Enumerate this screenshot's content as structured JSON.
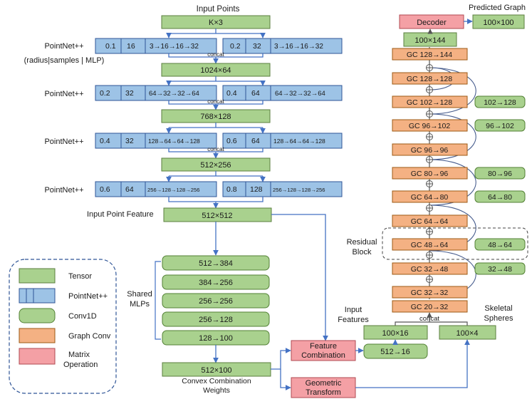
{
  "texts": {
    "input_points": "Input Points",
    "k3": "K×3",
    "pn_label": "PointNet++",
    "pn_sub": "(radius|samples | MLP)",
    "concat": "concat",
    "pn1a": [
      "0.1",
      "16",
      "3→16→16→32"
    ],
    "pn1b": [
      "0.2",
      "32",
      "3→16→16→32"
    ],
    "t1": "1024×64",
    "pn2a": [
      "0.2",
      "32",
      "64→32→32→64"
    ],
    "pn2b": [
      "0.4",
      "64",
      "64→32→32→64"
    ],
    "t2": "768×128",
    "pn3a": [
      "0.4",
      "32",
      "128→64→64→128"
    ],
    "pn3b": [
      "0.6",
      "64",
      "128→64→64→128"
    ],
    "t3": "512×256",
    "pn4a": [
      "0.6",
      "64",
      "256→128→128→256"
    ],
    "pn4b": [
      "0.8",
      "128",
      "256→128→128→256"
    ],
    "input_point_feature": "Input Point Feature",
    "t4": "512×512",
    "shared_mlps": [
      "Shared",
      "MLPs"
    ],
    "mlps": [
      "512→384",
      "384→256",
      "256→256",
      "256→128",
      "128→100"
    ],
    "t5": "512×100",
    "convex": [
      "Convex Combination",
      "Weights"
    ],
    "feature_combination": [
      "Feature",
      "Combination"
    ],
    "geometric_transform": [
      "Geometric",
      "Transform"
    ],
    "c512_16": "512→16",
    "t100_16": "100×16",
    "t100_4": "100×4",
    "input_features": [
      "Input",
      "Features"
    ],
    "skeletal_spheres": [
      "Skeletal",
      "Spheres"
    ],
    "decoder": "Decoder",
    "predicted_graph": "Predicted Graph",
    "t100_100": "100×100",
    "t100_144": "100×144",
    "gc": [
      "GC 128→144",
      "GC 128→128",
      "GC 102→128",
      "GC 96→102",
      "GC 96→96",
      "GC 80→96",
      "GC 64→80",
      "GC 64→64",
      "GC 48→64",
      "GC 32→48",
      "GC 32→32",
      "GC 20→32"
    ],
    "res": [
      "102→128",
      "96→102",
      "80→96",
      "64→80",
      "48→64",
      "32→48"
    ],
    "residual_block": [
      "Residual",
      "Block"
    ],
    "legend": [
      "Tensor",
      "PointNet++",
      "Conv1D",
      "Graph Conv",
      "Matrix",
      "Operation"
    ]
  },
  "colors": {
    "tensor": "#a9d18e",
    "pointnet": "#9dc3e6",
    "conv1d": "#a9d18e",
    "graph_conv": "#f4b183",
    "matrix_op": "#f4a0a5",
    "arrow": "#4472c4"
  }
}
